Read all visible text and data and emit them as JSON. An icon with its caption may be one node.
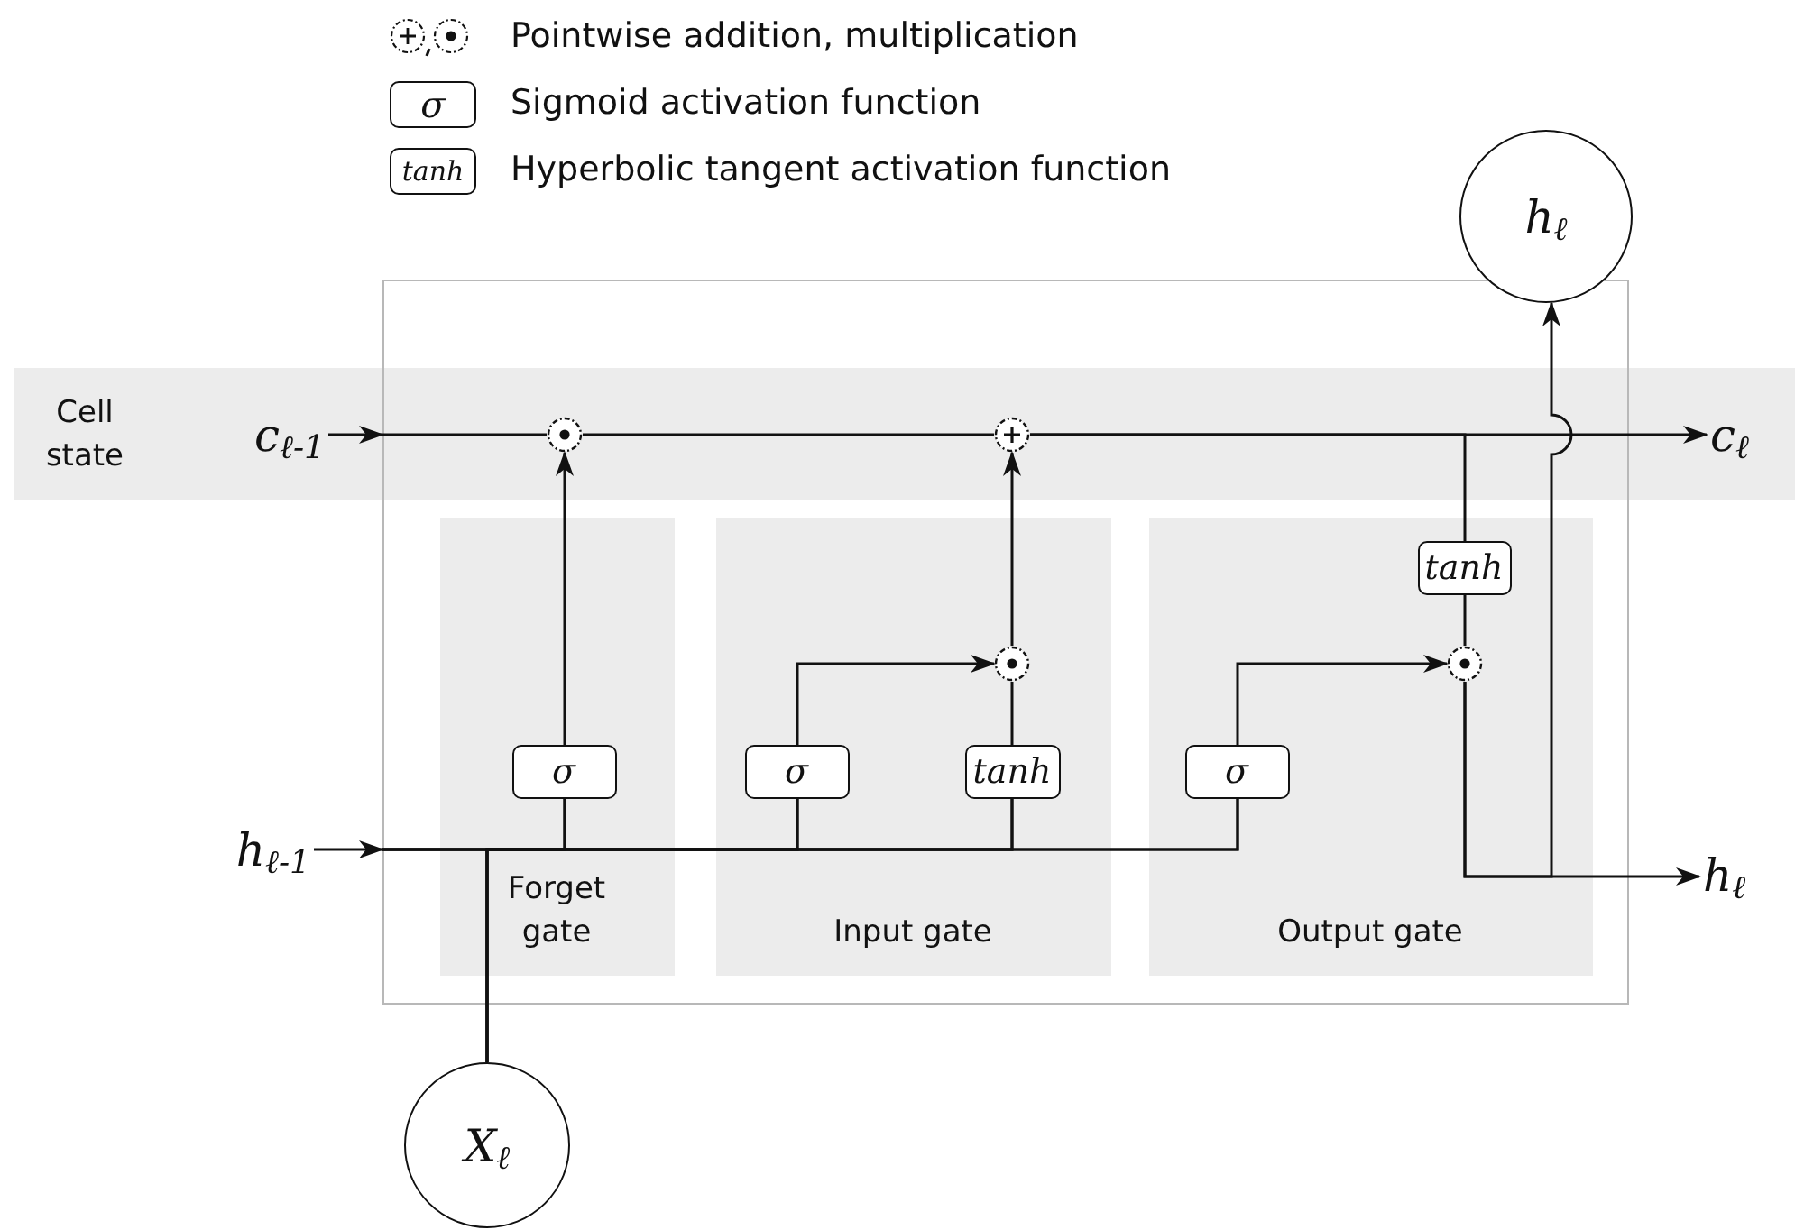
{
  "diagram": {
    "nodes": [
      {
        "text": [],
        "shape": "box"
      },
      {
        "text": [
          "Cell state"
        ]
      },
      {
        "text": [
          "Forget gate"
        ],
        "in": 0
      },
      {
        "text": [
          "Input gate"
        ],
        "in": 0
      },
      {
        "text": [
          "Output gate"
        ],
        "in": 0
      },
      {
        "text": [
          "c$_{ℓ-1}$"
        ],
        "in": 1
      },
      {
        "text": [
          "c$_{ℓ}$"
        ],
        "in": 1
      },
      {
        "text": [
          "h$_{ℓ-1}$"
        ]
      },
      {
        "text": [
          "h$_{ℓ}$"
        ]
      },
      {
        "text": [
          "h$_{ℓ}$"
        ]
      },
      {
        "text": [
          "X$_{ℓ}$"
        ]
      },
      {
        "text": [],
        "shape": "circle"
      },
      {
        "text": [],
        "shape": "circle"
      },
      {
        "text": [
          "σ"
        ],
        "in": 2
      },
      {
        "text": [
          "σ"
        ],
        "in": 3
      },
      {
        "text": [
          "tanh"
        ],
        "in": 3
      },
      {
        "text": [],
        "shape": "circle",
        "in": 3
      },
      {
        "text": [
          "σ"
        ],
        "in": 4
      },
      {
        "text": [
          "tanh"
        ],
        "in": 4
      },
      {
        "text": [],
        "shape": "circle",
        "in": 4
      }
    ],
    "edges": [
      {
        "from": 5,
        "to": 0,
        "arrow": "to"
      },
      {
        "from": 0,
        "to": 11,
        "arrow": "none"
      },
      {
        "from": 7,
        "to": 0,
        "arrow": "to"
      },
      {
        "from": 0,
        "to": 13,
        "arrow": "none"
      },
      {
        "from": 0,
        "to": 14,
        "arrow": "none"
      },
      {
        "from": 0,
        "to": 15,
        "arrow": "none"
      },
      {
        "from": 0,
        "to": 17,
        "arrow": "none"
      },
      {
        "from": 10,
        "to": 13,
        "arrow": "none"
      },
      {
        "from": 10,
        "to": 14,
        "arrow": "none"
      },
      {
        "from": 10,
        "to": 15,
        "arrow": "none"
      },
      {
        "from": 10,
        "to": 17,
        "arrow": "none"
      },
      {
        "from": 13,
        "to": 11,
        "arrow": "to"
      },
      {
        "from": 11,
        "to": 12,
        "arrow": "none"
      },
      {
        "from": 14,
        "to": 16,
        "arrow": "to"
      },
      {
        "from": 15,
        "to": 16,
        "arrow": "none"
      },
      {
        "from": 16,
        "to": 12,
        "arrow": "to"
      },
      {
        "from": 12,
        "to": 6,
        "arrow": "to"
      },
      {
        "from": 12,
        "to": 18,
        "arrow": "none"
      },
      {
        "from": 18,
        "to": 19,
        "arrow": "none"
      },
      {
        "from": 17,
        "to": 19,
        "arrow": "to"
      },
      {
        "from": 19,
        "to": 8,
        "arrow": "to"
      },
      {
        "from": 19,
        "to": 9,
        "arrow": "to"
      }
    ],
    "labels": [
      "σ",
      "tanh"
    ],
    "legend": [
      {
        "text": "Pointwise addition, multiplication"
      },
      {
        "text": "Sigmoid activation function"
      },
      {
        "text": "Hyperbolic tangent activation function"
      }
    ]
  }
}
